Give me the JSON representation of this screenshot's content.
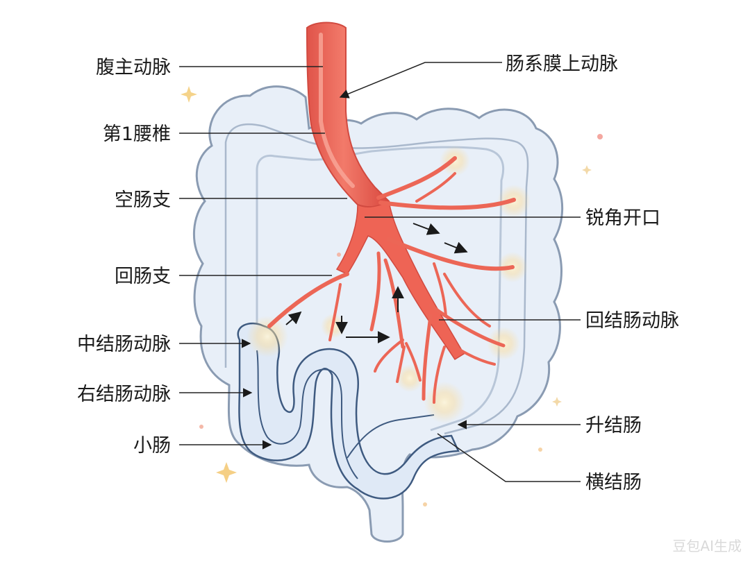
{
  "labels_left": [
    "腹主动脉",
    "第1腰椎",
    "空肠支",
    "回肠支",
    "中结肠动脉",
    "右结肠动脉",
    "小肠"
  ],
  "labels_right": [
    "肠系膜上动脉",
    "锐角开口",
    "回结肠动脉",
    "升结肠",
    "横结肠"
  ],
  "watermark": "豆包AI生成",
  "colors": {
    "artery": "#ef6a5c",
    "artery_dark": "#d94f44",
    "artery_light": "#f79c8c",
    "colon_fill": "#e6eef8",
    "colon_stroke": "#7d8fa8",
    "intestine_stroke": "#3e5a80",
    "leader": "#222222",
    "glow": "#ffd27a"
  },
  "icons": [
    "sparkle-icon",
    "arrow-icon"
  ]
}
